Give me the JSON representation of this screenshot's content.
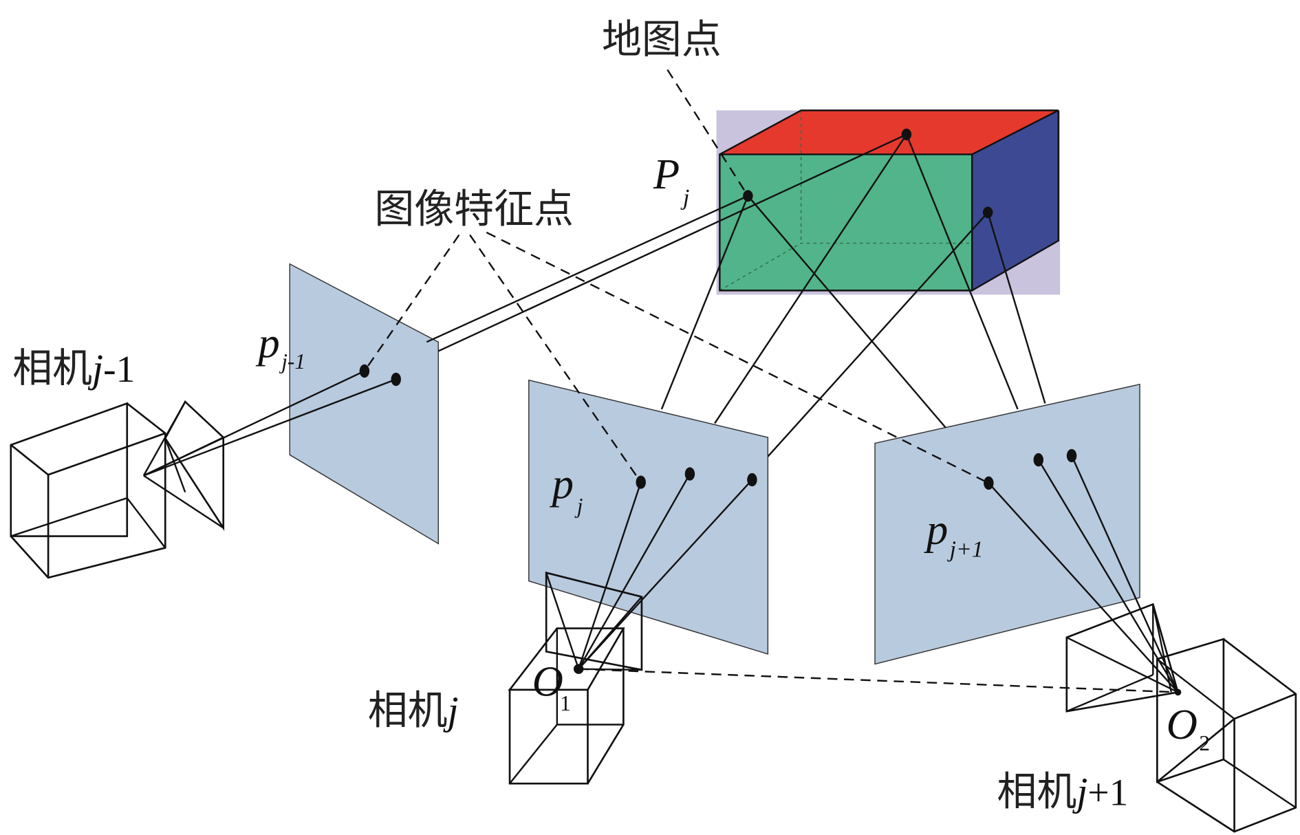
{
  "labels": {
    "map_point": "地图点",
    "image_feature_points": "图像特征点",
    "world_point": {
      "main": "P",
      "sub": "j"
    },
    "plane_prev": {
      "main": "p",
      "sub": "j-1"
    },
    "plane_cur": {
      "main": "p",
      "sub": "j"
    },
    "plane_next": {
      "main": "p",
      "sub": "j+1"
    },
    "camera_prev": {
      "prefix": "相机",
      "var": "j",
      "suffix": "-1"
    },
    "camera_cur": {
      "prefix": "相机",
      "var": "j",
      "suffix": ""
    },
    "camera_next": {
      "prefix": "相机",
      "var": "j",
      "suffix": "+1"
    },
    "optical_center_1": {
      "main": "O",
      "sub": "1"
    },
    "optical_center_2": {
      "main": "O",
      "sub": "2"
    }
  },
  "colors": {
    "cube_top": "#e5392e",
    "cube_front": "#52b48a",
    "cube_side": "#3d4a93",
    "cube_background": "#c9c3de",
    "image_plane": "#b8cade"
  }
}
